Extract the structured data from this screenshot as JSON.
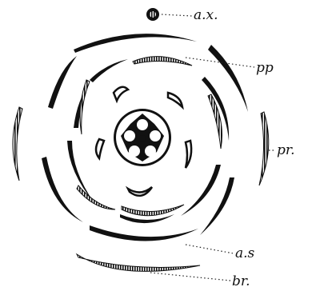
{
  "figure": {
    "labels": {
      "ax": "a.x.",
      "pp": "pp",
      "pr": "pr.",
      "as": "a.s",
      "br": "br."
    }
  }
}
